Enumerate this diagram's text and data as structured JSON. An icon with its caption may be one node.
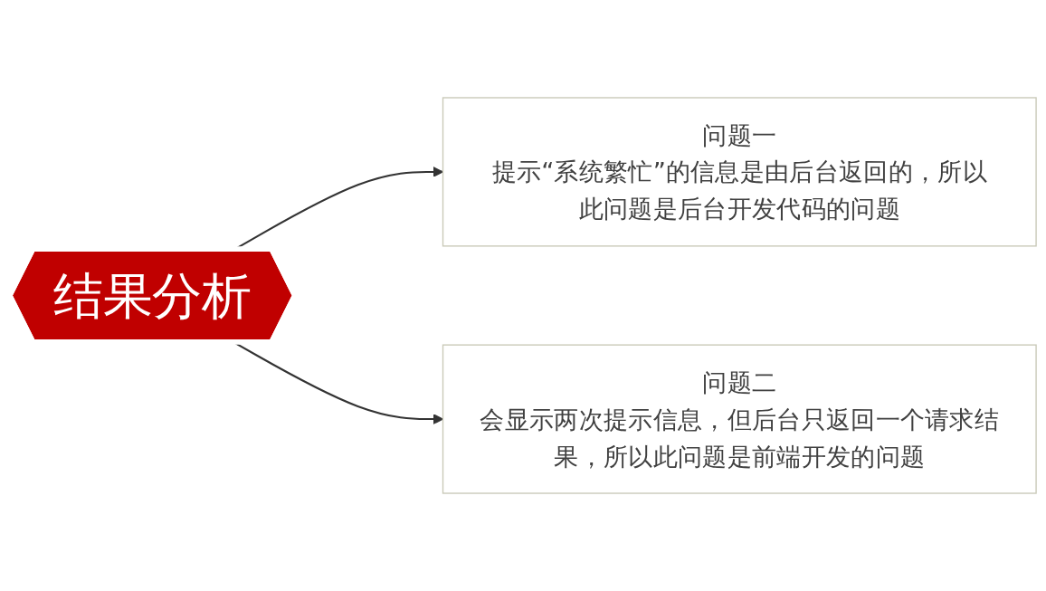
{
  "diagram": {
    "nodes": [
      {
        "text": [
          "结果分析"
        ]
      },
      {
        "text": [
          "问题一",
          "提示“系统繁忙”的信息是由后台返回的，所以此问题是后台开发代码的问题"
        ]
      },
      {
        "text": [
          "问题二",
          "会显示两次提示信息，但后台只返回一个请求结果，所以此问题是前端开发的问题"
        ]
      }
    ],
    "edges": [
      {
        "from": 0,
        "to": 1,
        "arrow": "to"
      },
      {
        "from": 0,
        "to": 2,
        "arrow": "to"
      }
    ]
  }
}
